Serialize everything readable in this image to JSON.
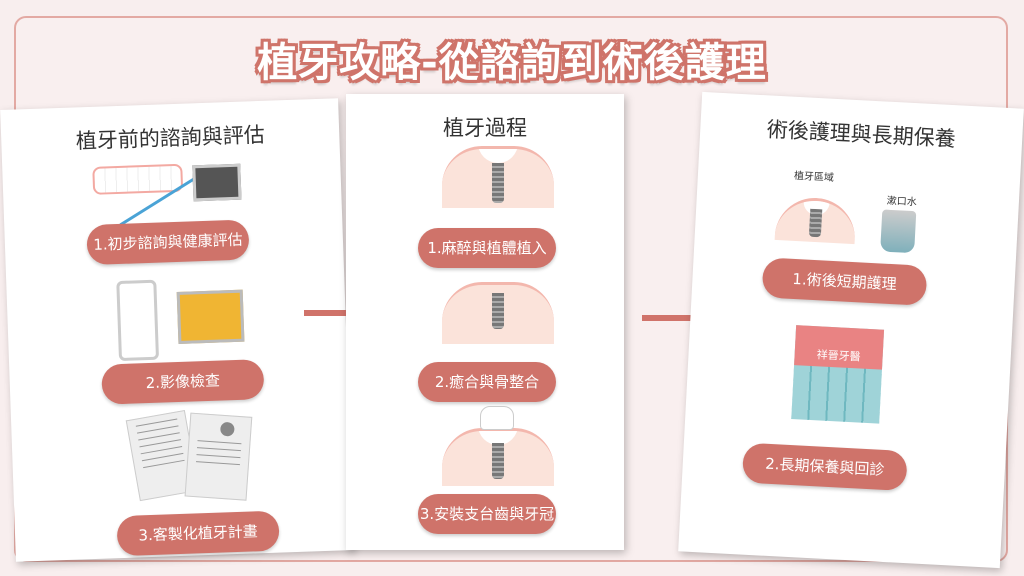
{
  "title": "植牙攻略-從諮詢到術後護理",
  "stages": [
    {
      "title": "植牙前的諮詢與評估",
      "steps": [
        "1.初步諮詢與健康評估",
        "2.影像檢查",
        "3.客製化植牙計畫"
      ]
    },
    {
      "title": "植牙過程",
      "steps": [
        "1.麻醉與植體植入",
        "2.癒合與骨整合",
        "3.安裝支台齒與牙冠"
      ]
    },
    {
      "title": "術後護理與長期保養",
      "steps": [
        "1.術後短期護理",
        "2.長期保養與回診"
      ],
      "labels": {
        "implant_area": "植牙區域",
        "mouthwash": "漱口水",
        "clinic_sign": "祥晉牙醫"
      }
    }
  ],
  "colors": {
    "accent": "#cf736a",
    "background": "#f8eeee"
  }
}
